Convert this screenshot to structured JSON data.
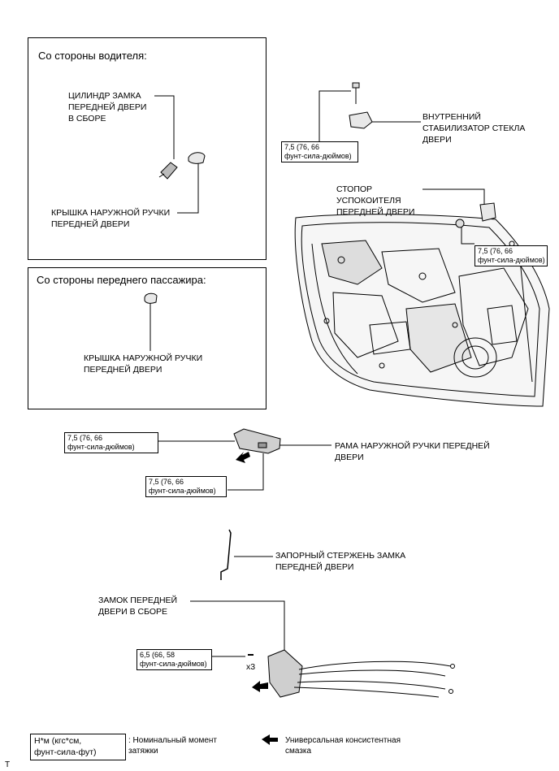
{
  "driver_panel": {
    "title": "Со стороны водителя:",
    "cylinder_label": "ЦИЛИНДР ЗАМКА\nПЕРЕДНЕЙ ДВЕРИ\nВ СБОРЕ",
    "handle_cover_label": "КРЫШКА НАРУЖНОЙ РУЧКИ\nПЕРЕДНЕЙ ДВЕРИ"
  },
  "passenger_panel": {
    "title": "Со стороны переднего пассажира:",
    "handle_cover_label": "КРЫШКА НАРУЖНОЙ РУЧКИ\nПЕРЕДНЕЙ ДВЕРИ"
  },
  "glass_stabilizer": {
    "label": "ВНУТРЕННИЙ\nСТАБИЛИЗАТОР СТЕКЛА\nДВЕРИ",
    "torque": "7,5 (76, 66\nфунт-сила-дюймов)"
  },
  "door_stop": {
    "label": "СТОПОР\nУСПОКОИТЕЛЯ\nПЕРЕДНЕЙ ДВЕРИ",
    "torque": "7,5 (76, 66\nфунт-сила-дюймов)"
  },
  "handle_frame": {
    "label": "РАМА НАРУЖНОЙ РУЧКИ ПЕРЕДНЕЙ\nДВЕРИ",
    "torque_left": "7,5 (76, 66\nфунт-сила-дюймов)",
    "torque_bottom": "7,5 (76, 66\nфунт-сила-дюймов)"
  },
  "lock_rod": {
    "label": "ЗАПОРНЫЙ СТЕРЖЕНЬ ЗАМКА\nПЕРЕДНЕЙ ДВЕРИ"
  },
  "door_lock": {
    "label": "ЗАМОК ПЕРЕДНЕЙ\nДВЕРИ В СБОРЕ",
    "torque": "6,5 (66, 58\nфунт-сила-дюймов)",
    "quantity": "x3"
  },
  "legend": {
    "torque_units": "Н*м (кгс*см,\nфунт-сила-фут)",
    "torque_desc": ": Номинальный момент\nзатяжки",
    "grease_desc": "Универсальная консистентная\nсмазка"
  },
  "corner_mark": "T",
  "colors": {
    "line": "#000000",
    "part_fill": "#e8e8e8",
    "door_fill": "#f2f2f2"
  }
}
